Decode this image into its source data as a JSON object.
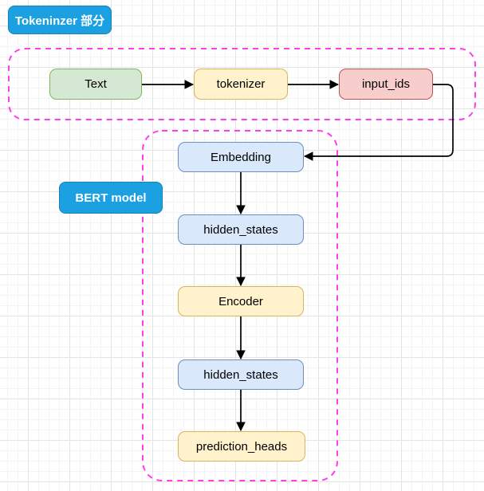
{
  "diagram": {
    "title_context": "BERT tokenizer and model pipeline flowchart",
    "section_labels": {
      "tokenizer_section": "Tokeninzer 部分",
      "bert_model": "BERT model"
    },
    "nodes": {
      "text": {
        "label": "Text",
        "fill": "#d5e8d4",
        "border": "#82b366"
      },
      "tokenizer": {
        "label": "tokenizer",
        "fill": "#fff2cc",
        "border": "#d6b656"
      },
      "input_ids": {
        "label": "input_ids",
        "fill": "#f8cecc",
        "border": "#b85450"
      },
      "embedding": {
        "label": "Embedding",
        "fill": "#dae8fc",
        "border": "#6c8ebf"
      },
      "hidden_states_1": {
        "label": "hidden_states",
        "fill": "#dae8fc",
        "border": "#6c8ebf"
      },
      "encoder": {
        "label": "Encoder",
        "fill": "#fff2cc",
        "border": "#d6b656"
      },
      "hidden_states_2": {
        "label": "hidden_states",
        "fill": "#dae8fc",
        "border": "#6c8ebf"
      },
      "prediction_heads": {
        "label": "prediction_heads",
        "fill": "#fff2cc",
        "border": "#d6b656"
      }
    },
    "edges": [
      {
        "from": "text",
        "to": "tokenizer"
      },
      {
        "from": "tokenizer",
        "to": "input_ids"
      },
      {
        "from": "input_ids",
        "to": "embedding"
      },
      {
        "from": "embedding",
        "to": "hidden_states_1"
      },
      {
        "from": "hidden_states_1",
        "to": "encoder"
      },
      {
        "from": "encoder",
        "to": "hidden_states_2"
      },
      {
        "from": "hidden_states_2",
        "to": "prediction_heads"
      }
    ],
    "colors": {
      "badge_fill": "#1ba1e2",
      "badge_border": "#1583b5",
      "badge_text": "#ffffff",
      "dashed_container_border": "#ff3deb",
      "arrow": "#000000",
      "grid_major": "#e4e4e4",
      "grid_minor": "#f4f4f4",
      "background": "#ffffff"
    }
  }
}
